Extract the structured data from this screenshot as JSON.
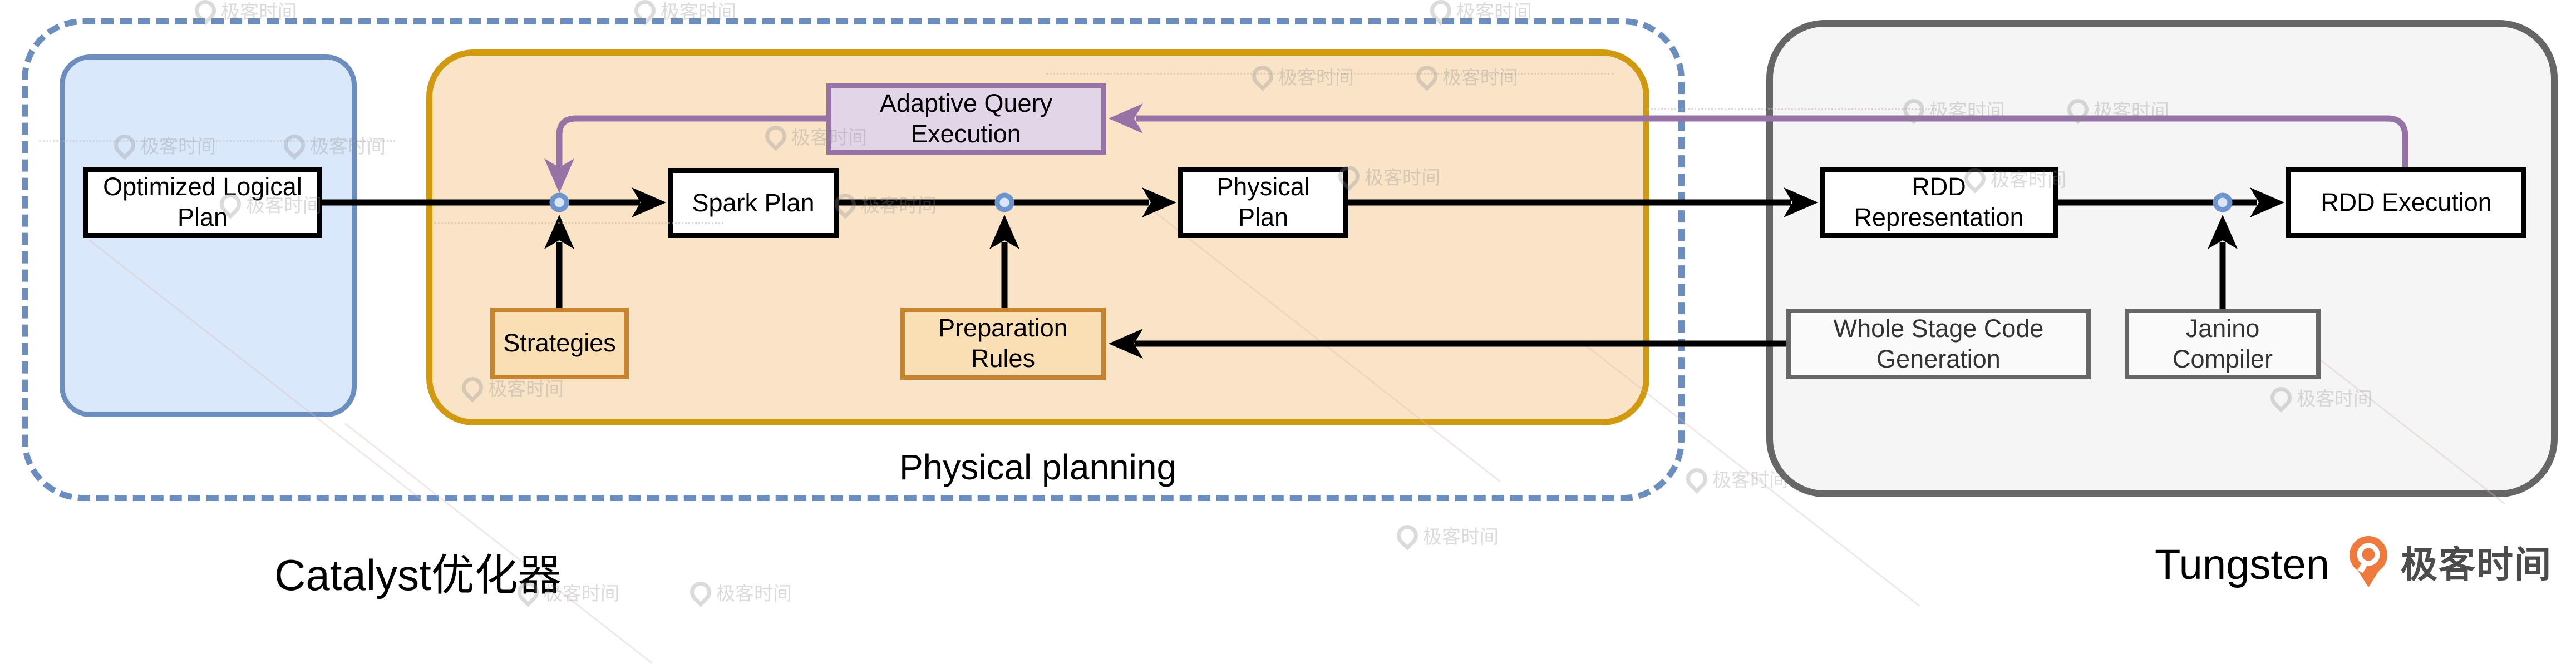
{
  "containers": {
    "catalyst": {
      "label": "Catalyst优化器"
    },
    "physical_planning": {
      "label": "Physical planning"
    },
    "tungsten": {
      "label": "Tungsten"
    }
  },
  "nodes": {
    "optimized_logical_plan": "Optimized Logical\nPlan",
    "adaptive_query_execution": "Adaptive Query\nExecution",
    "spark_plan": "Spark Plan",
    "physical_plan": "Physical\nPlan",
    "strategies": "Strategies",
    "preparation_rules": "Preparation\nRules",
    "rdd_representation": "RDD\nRepresentation",
    "rdd_execution": "RDD Execution",
    "whole_stage_code_generation": "Whole Stage Code\nGeneration",
    "janino_compiler": "Janino\nCompiler"
  },
  "logo": {
    "text": "极客时间"
  },
  "watermark": {
    "text": "极客时间"
  },
  "colors": {
    "catalyst_dashed_border": "#6C8EBF",
    "logical_plan_fill": "#DAE8FC",
    "physical_planning_fill": "#FAE4C8",
    "physical_planning_border": "#D0990F",
    "accent_box_fill": "#FBDFB4",
    "accent_box_border": "#C8832E",
    "aqe_fill": "#E1D5E7",
    "aqe_border": "#9673A6",
    "tungsten_fill": "#F5F5F5",
    "tungsten_border": "#666666",
    "connector_black": "#000000",
    "connector_purple": "#9673A6",
    "junction_stroke": "#6E94CE",
    "junction_fill": "#D9E6F8",
    "logo_orange": "#EE7B3D"
  }
}
